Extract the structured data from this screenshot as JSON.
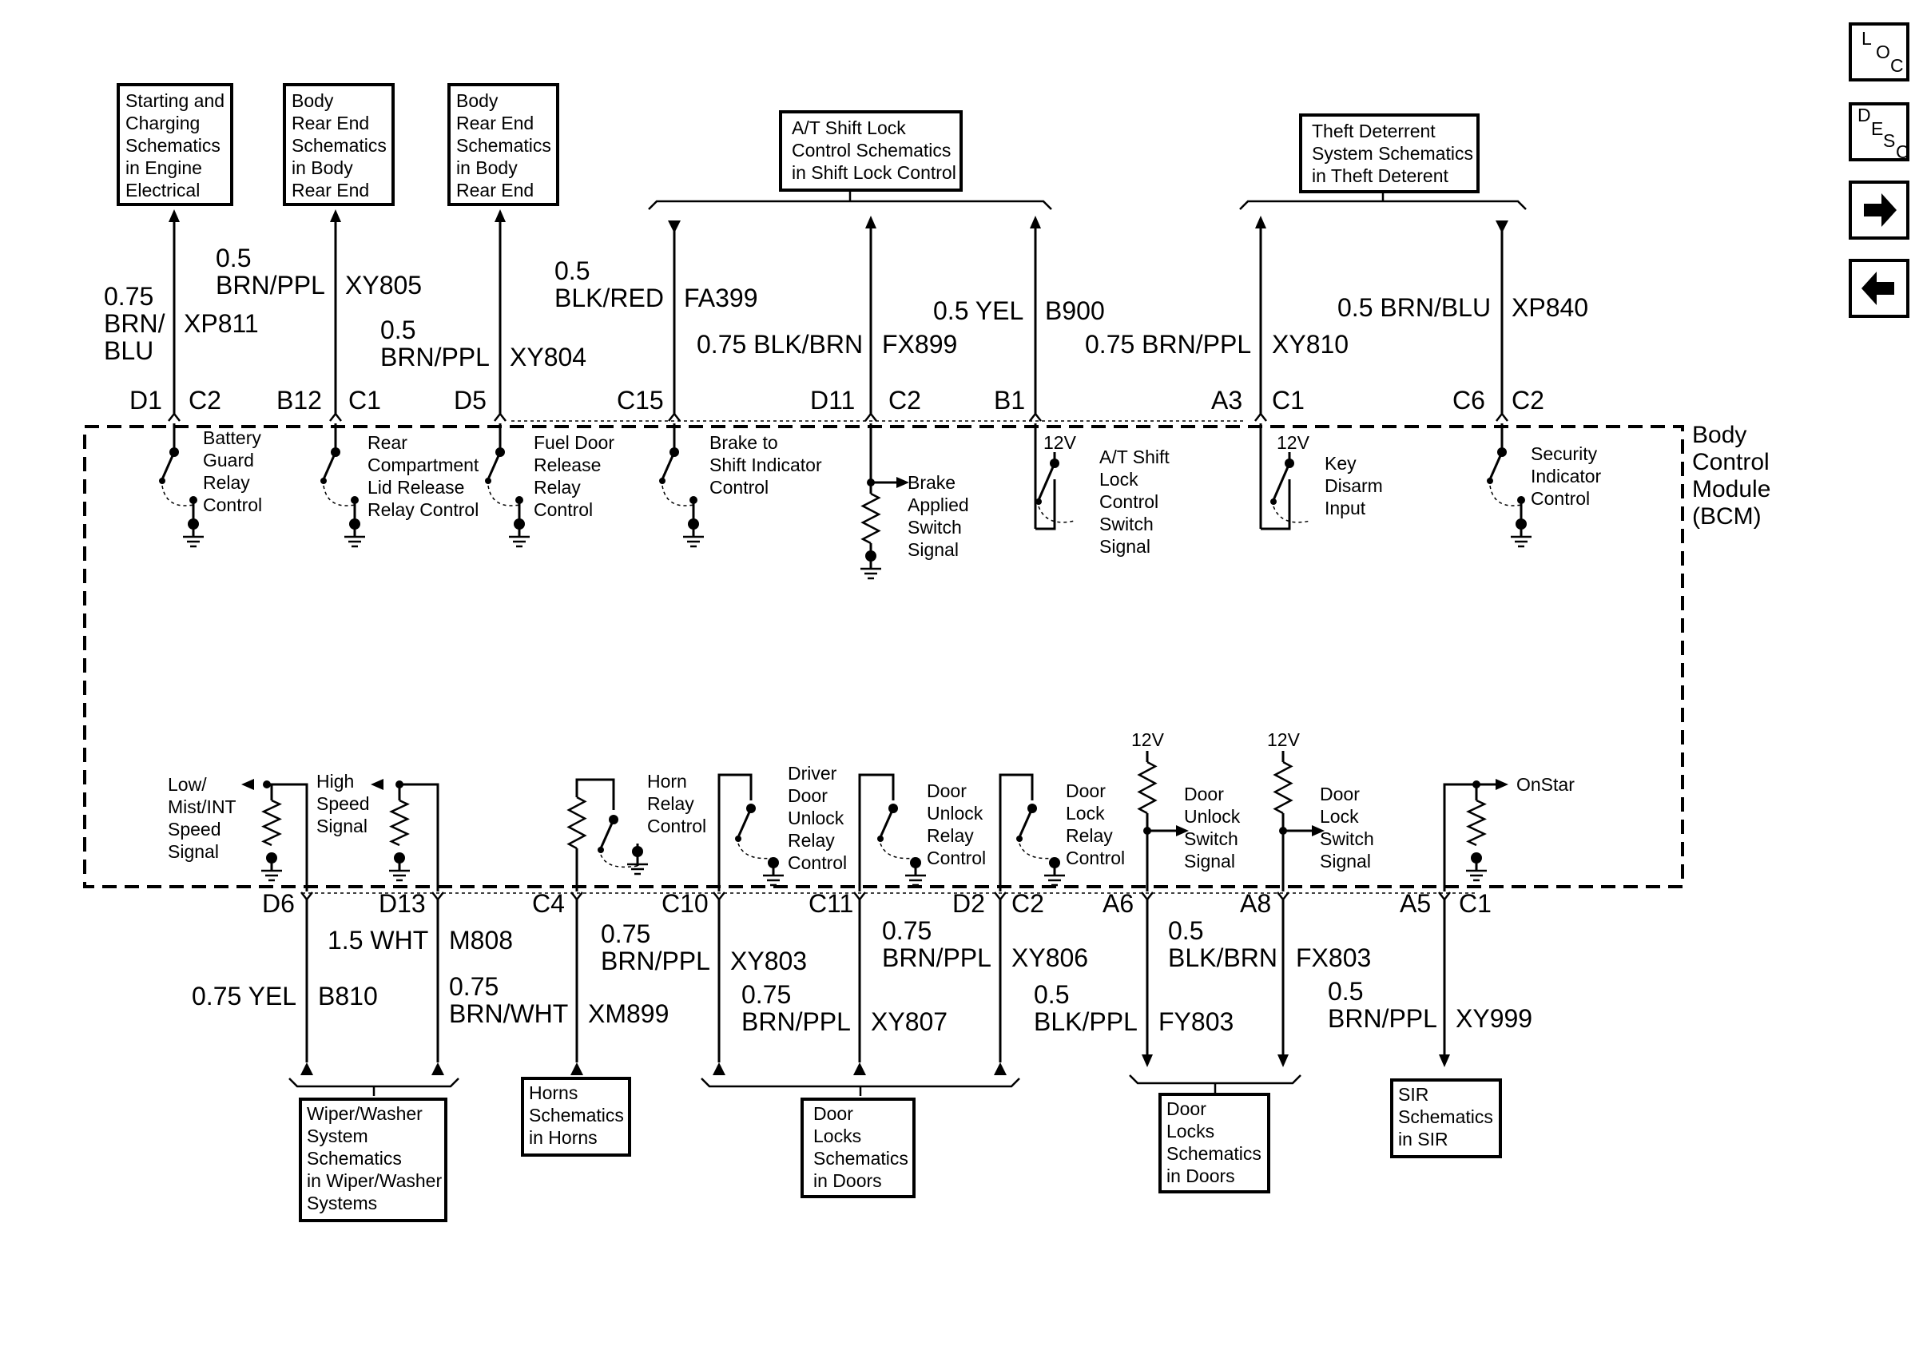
{
  "module": {
    "lines": [
      "Body",
      "Control",
      "Module",
      "(BCM)"
    ]
  },
  "nav": [
    {
      "id": "loc",
      "chars": [
        "L",
        "O",
        "C"
      ]
    },
    {
      "id": "desc",
      "chars": [
        "D",
        "E",
        "S",
        "C"
      ]
    },
    {
      "id": "next",
      "icon": "arrow-right-icon"
    },
    {
      "id": "prev",
      "icon": "arrow-left-icon"
    }
  ],
  "top_refs": [
    {
      "id": "starting",
      "lines": [
        "Starting and",
        "Charging",
        "Schematics",
        "in Engine",
        "Electrical"
      ]
    },
    {
      "id": "body1",
      "lines": [
        "Body",
        "Rear End",
        "Schematics",
        "in Body",
        "Rear End"
      ]
    },
    {
      "id": "body2",
      "lines": [
        "Body",
        "Rear End",
        "Schematics",
        "in Body",
        "Rear End"
      ]
    },
    {
      "id": "shiftlock",
      "lines": [
        "A/T Shift Lock",
        "Control Schematics",
        "in Shift Lock Control"
      ]
    },
    {
      "id": "theft",
      "lines": [
        "Theft Deterrent",
        "System Schematics",
        "in Theft Deterent"
      ]
    }
  ],
  "bottom_refs": [
    {
      "id": "wiper",
      "lines": [
        "Wiper/Washer",
        "System",
        "Schematics",
        "in Wiper/Washer",
        "Systems"
      ]
    },
    {
      "id": "horns",
      "lines": [
        "Horns",
        "Schematics",
        "in Horns"
      ]
    },
    {
      "id": "doors1",
      "lines": [
        "Door",
        "Locks",
        "Schematics",
        "in Doors"
      ]
    },
    {
      "id": "doors2",
      "lines": [
        "Door",
        "Locks",
        "Schematics",
        "in Doors"
      ]
    },
    {
      "id": "sir",
      "lines": [
        "SIR",
        "Schematics",
        "in SIR"
      ]
    }
  ],
  "top_circuits": [
    {
      "id": "t1",
      "pin": "D1",
      "conn": "C2",
      "wire": [
        "0.75",
        "BRN/",
        "BLU"
      ],
      "circuit": "XP811",
      "function": [
        "Battery",
        "Guard",
        "Relay",
        "Control"
      ]
    },
    {
      "id": "t2",
      "pin": "B12",
      "conn": "C1",
      "wire": [
        "0.5",
        "BRN/PPL"
      ],
      "circuit": "XY805",
      "function": [
        "Rear",
        "Compartment",
        "Lid Release",
        "Relay Control"
      ]
    },
    {
      "id": "t3",
      "pin": "D5",
      "conn": "",
      "wire": [
        "0.5",
        "BRN/PPL"
      ],
      "circuit": "XY804",
      "function": [
        "Fuel Door",
        "Release",
        "Relay",
        "Control"
      ]
    },
    {
      "id": "t4",
      "pin": "C15",
      "conn": "",
      "wire": [
        "0.5",
        "BLK/RED"
      ],
      "circuit": "FA399",
      "function": [
        "Brake to",
        "Shift Indicator",
        "Control"
      ]
    },
    {
      "id": "t5",
      "pin": "D11",
      "conn": "C2",
      "wire": [
        "0.75 BLK/BRN"
      ],
      "circuit": "FX899",
      "function": [
        "Brake",
        "Applied",
        "Switch",
        "Signal"
      ]
    },
    {
      "id": "t6",
      "pin": "B1",
      "conn": "",
      "wire": [
        "0.5 YEL"
      ],
      "circuit": "B900",
      "supply": "12V",
      "function": [
        "A/T Shift",
        "Lock",
        "Control",
        "Switch",
        "Signal"
      ]
    },
    {
      "id": "t7",
      "pin": "A3",
      "conn": "C1",
      "wire": [
        "0.75 BRN/PPL"
      ],
      "circuit": "XY810",
      "supply": "12V",
      "function": [
        "Key",
        "Disarm",
        "Input"
      ]
    },
    {
      "id": "t8",
      "pin": "C6",
      "conn": "C2",
      "wire": [
        "0.5 BRN/BLU"
      ],
      "circuit": "XP840",
      "function": [
        "Security",
        "Indicator",
        "Control"
      ]
    }
  ],
  "bottom_circuits": [
    {
      "id": "b1",
      "pin": "D6",
      "conn": "",
      "wire": [
        "0.75 YEL"
      ],
      "circuit": "B810",
      "function": [
        "Low/",
        "Mist/INT",
        "Speed",
        "Signal"
      ]
    },
    {
      "id": "b2",
      "pin": "D13",
      "conn": "",
      "wire": [
        "1.5 WHT"
      ],
      "circuit": "M808",
      "function": [
        "High",
        "Speed",
        "Signal"
      ]
    },
    {
      "id": "b2b",
      "pin": "",
      "conn": "",
      "wire": [
        "0.75",
        "BRN/WHT"
      ],
      "circuit": "XM899",
      "function": []
    },
    {
      "id": "b3",
      "pin": "C4",
      "conn": "",
      "wire": [],
      "circuit": "",
      "function": [
        "Horn",
        "Relay",
        "Control"
      ]
    },
    {
      "id": "b4",
      "pin": "C10",
      "conn": "",
      "wire": [
        "0.75",
        "BRN/PPL"
      ],
      "circuit": "XY803",
      "function": [
        "Driver",
        "Door",
        "Unlock",
        "Relay",
        "Control"
      ]
    },
    {
      "id": "b5",
      "pin": "C11",
      "conn": "",
      "wire": [
        "0.75",
        "BRN/PPL"
      ],
      "circuit": "XY807",
      "function": [
        "Door",
        "Unlock",
        "Relay",
        "Control"
      ]
    },
    {
      "id": "b6",
      "pin": "D2",
      "conn": "C2",
      "wire": [
        "0.75",
        "BRN/PPL"
      ],
      "circuit": "XY806",
      "function": [
        "Door",
        "Lock",
        "Relay",
        "Control"
      ]
    },
    {
      "id": "b7",
      "pin": "A6",
      "conn": "",
      "wire": [
        "0.5",
        "BLK/PPL"
      ],
      "circuit": "FY803",
      "supply": "12V",
      "function": [
        "Door",
        "Unlock",
        "Switch",
        "Signal"
      ]
    },
    {
      "id": "b8",
      "pin": "A8",
      "conn": "",
      "wire": [
        "0.5",
        "BLK/BRN"
      ],
      "circuit": "FX803",
      "supply": "12V",
      "function": [
        "Door",
        "Lock",
        "Switch",
        "Signal"
      ]
    },
    {
      "id": "b9",
      "pin": "A5",
      "conn": "C1",
      "wire": [
        "0.5",
        "BRN/PPL"
      ],
      "circuit": "XY999",
      "function": [
        "OnStar"
      ]
    }
  ]
}
